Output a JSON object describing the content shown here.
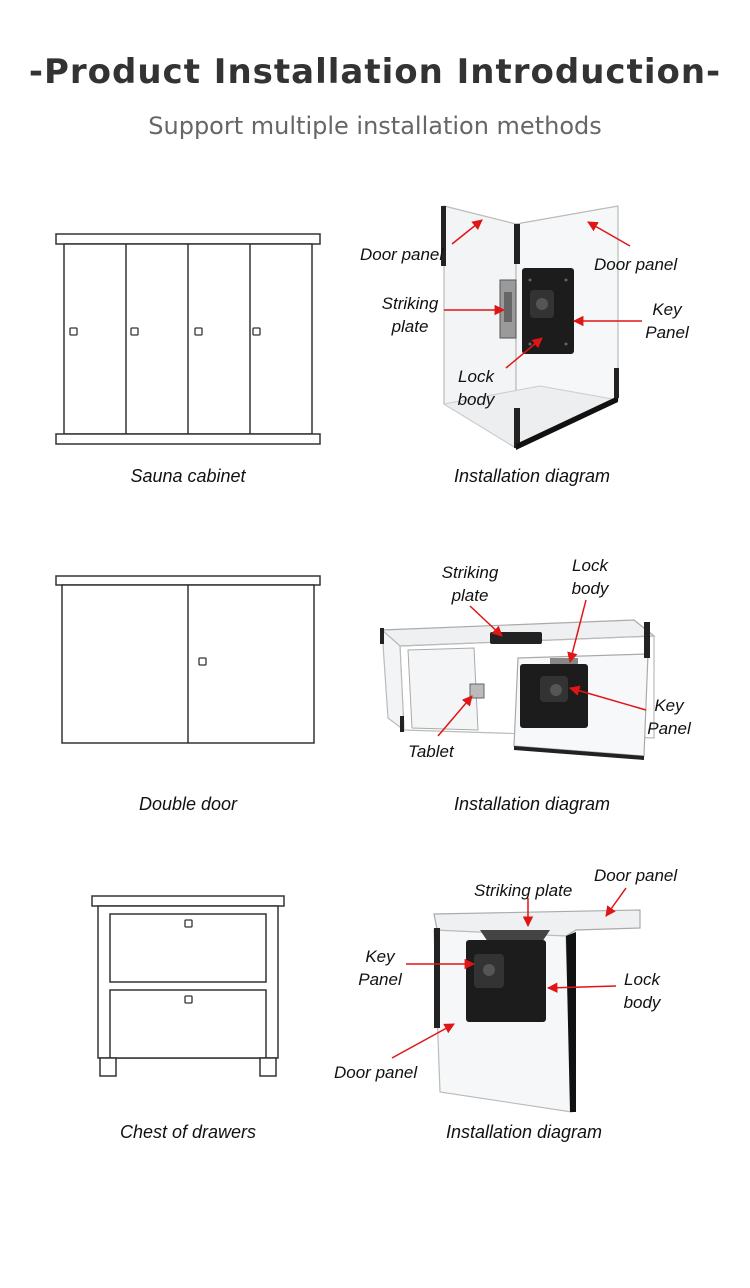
{
  "header": {
    "title": "-Product Installation Introduction-",
    "subtitle": "Support multiple installation methods"
  },
  "sections": [
    {
      "caption": "Sauna cabinet",
      "diagram_caption": "Installation diagram",
      "labels": {
        "door_panel_left": "Door panel",
        "door_panel_right": "Door panel",
        "striking_plate": "Striking plate",
        "key_panel": "Key Panel",
        "lock_body": "Lock body"
      }
    },
    {
      "caption": "Double door",
      "diagram_caption": "Installation diagram",
      "labels": {
        "striking_plate": "Striking plate",
        "lock_body": "Lock body",
        "key_panel": "Key Panel",
        "tablet": "Tablet"
      }
    },
    {
      "caption": "Chest of drawers",
      "diagram_caption": "Installation diagram",
      "labels": {
        "door_panel_top": "Door panel",
        "striking_plate": "Striking plate",
        "key_panel": "Key Panel",
        "lock_body": "Lock body",
        "door_panel_bottom": "Door panel"
      }
    }
  ],
  "colors": {
    "arrow": "#e01515",
    "line": "#333333",
    "lock": "#1c1c1c"
  }
}
